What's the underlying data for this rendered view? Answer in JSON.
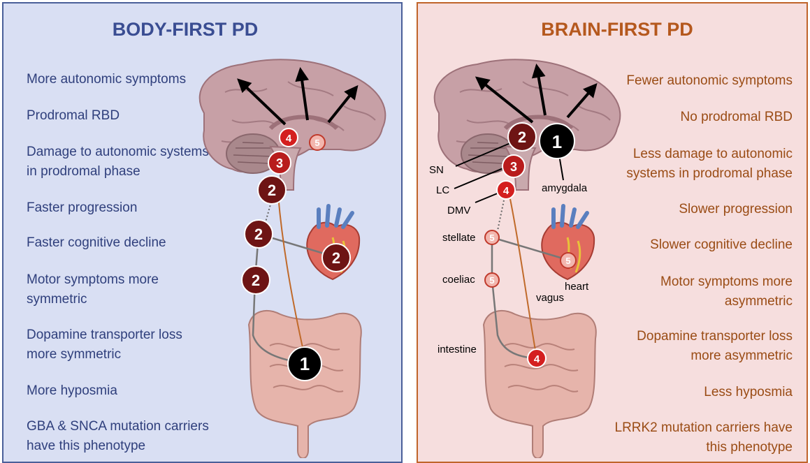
{
  "left": {
    "title": "BODY-FIRST PD",
    "items": [
      "More autonomic symptoms",
      "Prodromal RBD",
      "Damage to autonomic systems in prodromal phase",
      "Faster progression",
      "Faster cognitive decline",
      "Motor symptoms more symmetric",
      "Dopamine transporter loss more symmetric",
      "More hyposmia",
      "GBA & SNCA mutation carriers have this phenotype"
    ],
    "stages": [
      "1",
      "2",
      "2",
      "2",
      "2",
      "3",
      "4",
      "5"
    ]
  },
  "right": {
    "title": "BRAIN-FIRST PD",
    "items": [
      "Fewer autonomic symptoms",
      "No prodromal RBD",
      "Less damage to autonomic systems in prodromal phase",
      "Slower progression",
      "Slower cognitive decline",
      "Motor symptoms more asymmetric",
      "Dopamine transporter loss more asymmetric",
      "Less hyposmia",
      "LRRK2 mutation carriers have this phenotype"
    ],
    "stages": [
      "1",
      "2",
      "3",
      "4",
      "5",
      "5",
      "5",
      "4"
    ],
    "labels": {
      "sn": "SN",
      "lc": "LC",
      "dmv": "DMV",
      "amygdala": "amygdala",
      "stellate": "stellate",
      "coeliac": "coeliac",
      "heart": "heart",
      "vagus": "vagus",
      "intestine": "intestine"
    }
  },
  "colors": {
    "left_bg": "#d9dff3",
    "left_border": "#4a5f99",
    "left_title": "#3a4d92",
    "left_text": "#2f3f7c",
    "right_bg": "#f6dede",
    "right_border": "#c0642a",
    "right_title": "#b5581d",
    "right_text": "#9a4c15",
    "stage_1": "#000000",
    "stage_2": "#6e1414",
    "stage_3": "#b81c1c",
    "stage_4": "#d41f1f",
    "stage_5": "#f2b6ae",
    "vagus_nerve": "#c06a2a"
  }
}
